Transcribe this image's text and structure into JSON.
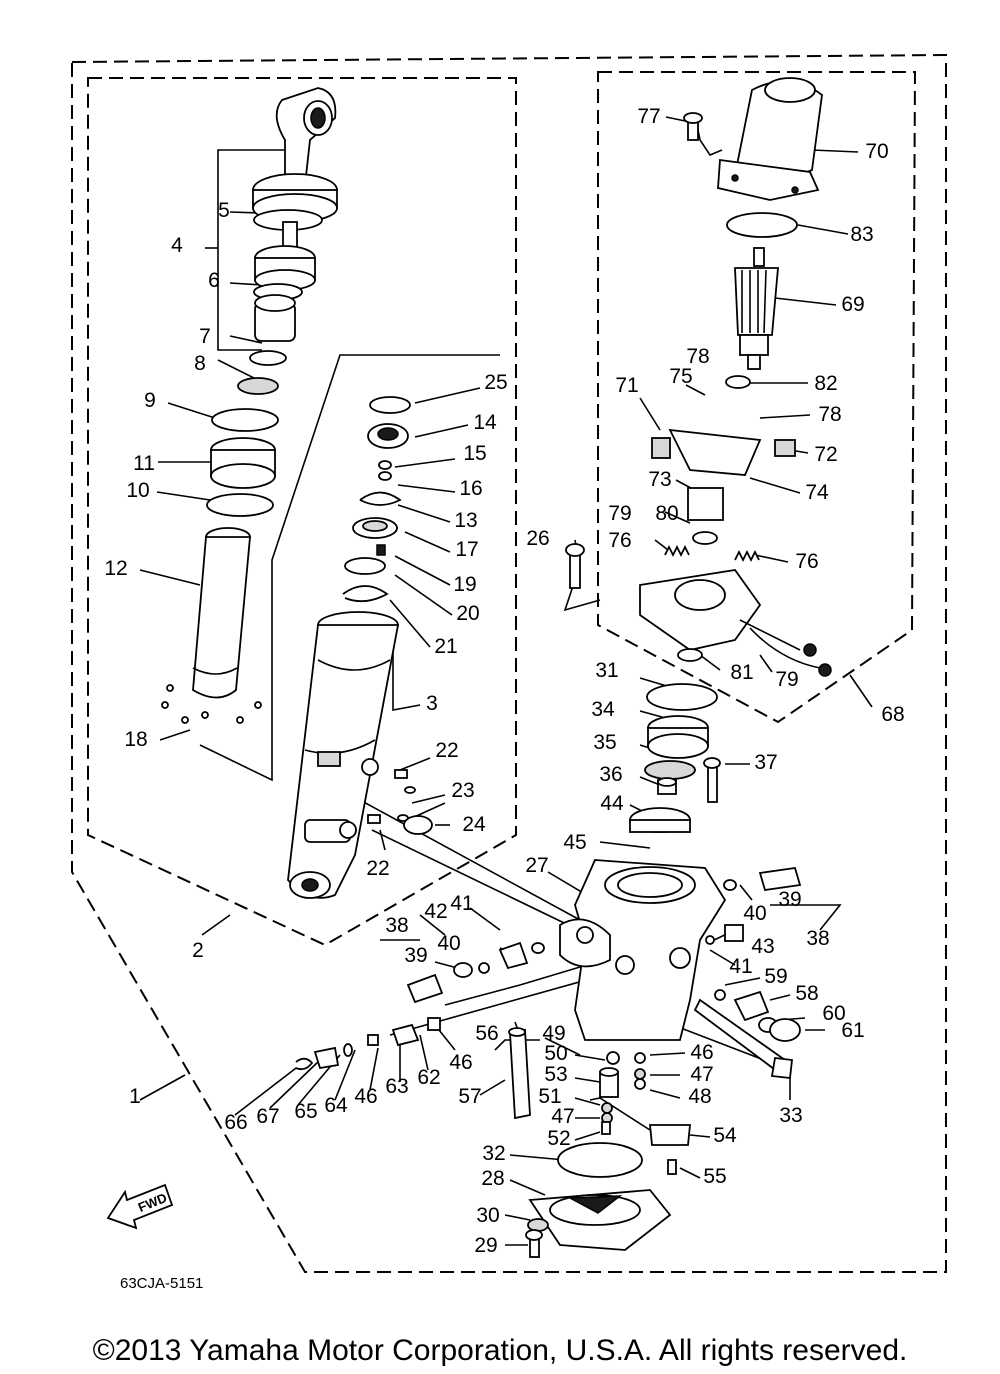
{
  "diagram": {
    "part_numbers": [
      "1",
      "2",
      "3",
      "4",
      "5",
      "6",
      "7",
      "8",
      "9",
      "10",
      "11",
      "12",
      "13",
      "14",
      "15",
      "16",
      "17",
      "18",
      "19",
      "20",
      "21",
      "22",
      "23",
      "24",
      "25",
      "26",
      "27",
      "28",
      "29",
      "30",
      "31",
      "32",
      "33",
      "34",
      "35",
      "36",
      "37",
      "38",
      "39",
      "40",
      "41",
      "42",
      "43",
      "44",
      "45",
      "46",
      "47",
      "48",
      "49",
      "50",
      "51",
      "52",
      "53",
      "54",
      "55",
      "56",
      "57",
      "58",
      "59",
      "60",
      "61",
      "62",
      "63",
      "64",
      "65",
      "66",
      "67",
      "68",
      "69",
      "70",
      "71",
      "72",
      "73",
      "74",
      "75",
      "76",
      "77",
      "78",
      "79",
      "80",
      "81",
      "82",
      "83"
    ],
    "direction_marker": "FWD",
    "drawing_code": "63CJA-5151",
    "copyright": "©2013 Yamaha Motor Corporation, U.S.A. All rights reserved."
  }
}
